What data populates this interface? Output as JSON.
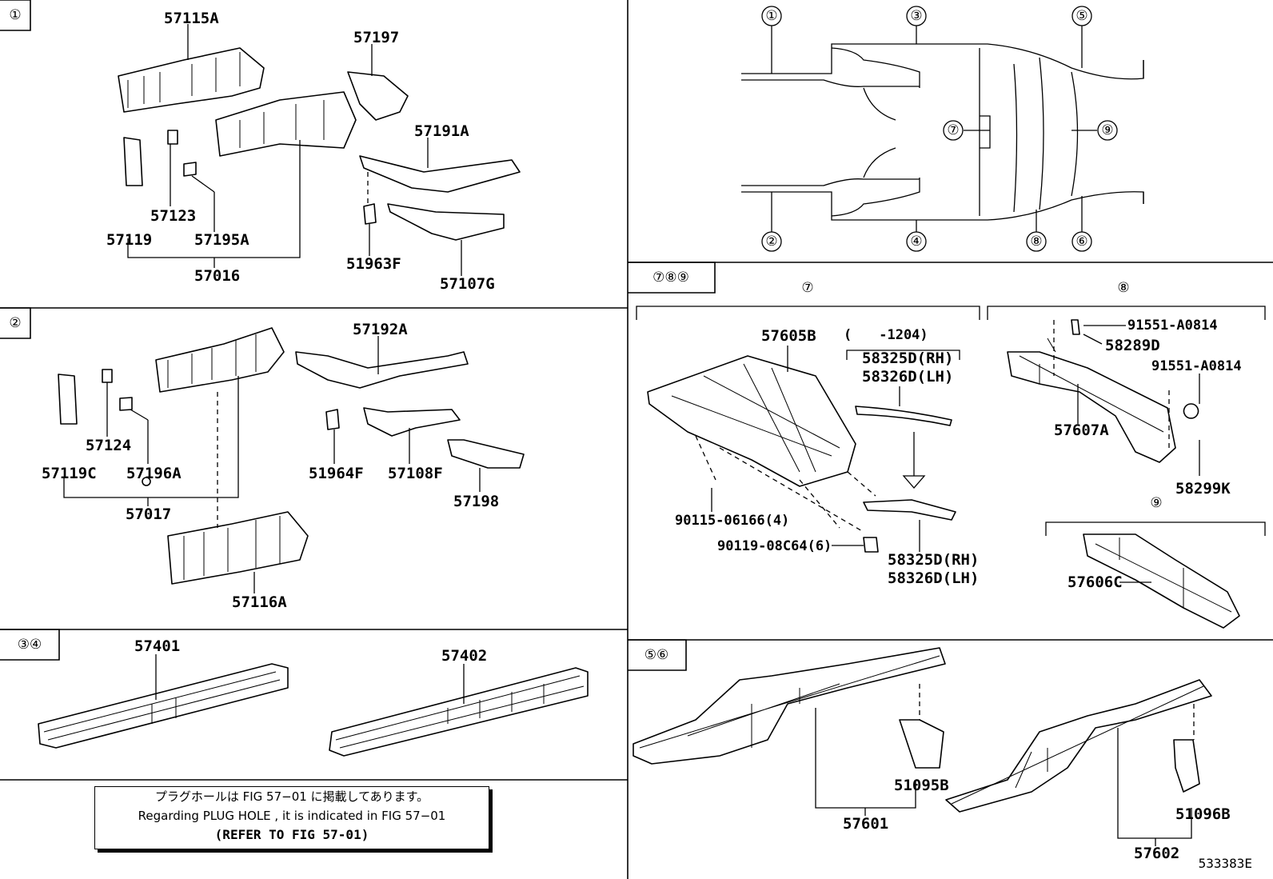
{
  "sections": {
    "s1": {
      "label": "①"
    },
    "s2": {
      "label": "②"
    },
    "s34": {
      "label": "③④"
    },
    "s789": {
      "label": "⑦⑧⑨"
    },
    "s56": {
      "label": "⑤⑥"
    }
  },
  "key_map": {
    "callouts": [
      "①",
      "②",
      "③",
      "④",
      "⑤",
      "⑥",
      "⑦",
      "⑧",
      "⑨"
    ]
  },
  "parts": {
    "s1": [
      "57115A",
      "57197",
      "57191A",
      "57123",
      "57195A",
      "57119",
      "57016",
      "51963F",
      "57107G"
    ],
    "s2": [
      "57192A",
      "57124",
      "57196A",
      "57119C",
      "57017",
      "51964F",
      "57108F",
      "57198",
      "57116A"
    ],
    "s34": [
      "57401",
      "57402"
    ],
    "s7": {
      "marker": "⑦",
      "items": [
        "57605B",
        "(　　-1204)",
        "58325D(RH)",
        "58326D(LH)",
        "90115-06166(4)",
        "90119-08C64(6)",
        "58325D(RH)",
        "58326D(LH)"
      ]
    },
    "s8": {
      "marker": "⑧",
      "items": [
        "91551-A0814",
        "58289D",
        "91551-A0814",
        "57607A",
        "58299K"
      ]
    },
    "s9": {
      "marker": "⑨",
      "items": [
        "57606C"
      ]
    },
    "s56": [
      "51095B",
      "57601",
      "51096B",
      "57602"
    ]
  },
  "note": {
    "jp": "プラグホールは FIG  57−01 に掲載してあります。",
    "en": "Regarding  PLUG  HOLE , it is indicated in FIG  57−01",
    "ref": "(REFER TO FIG 57-01)"
  },
  "footer_code": "533383E"
}
